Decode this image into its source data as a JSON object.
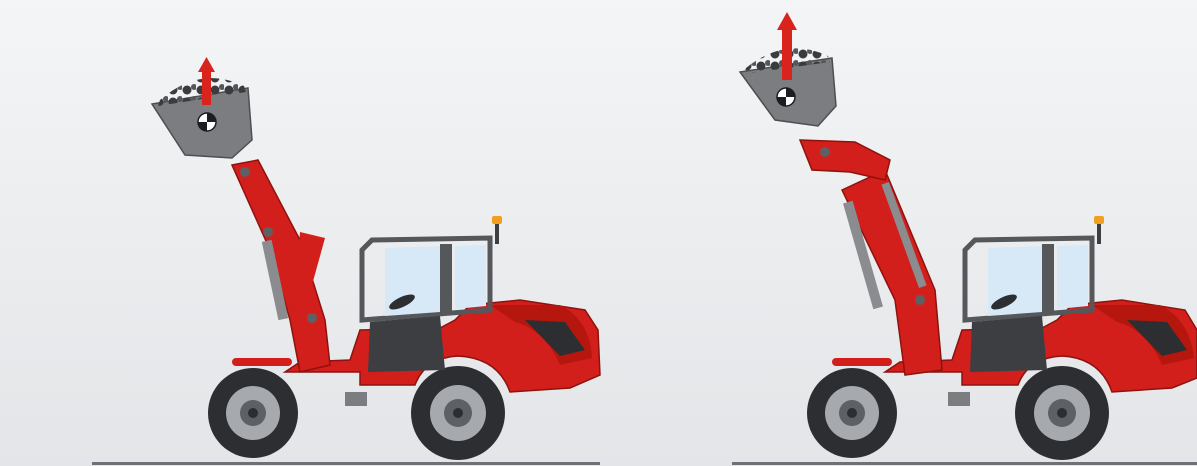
{
  "scene": {
    "description_colors": {
      "body_red": "#d21f1b",
      "body_red_dark": "#a8140f",
      "grey": "#7b7d80",
      "dark_grey": "#3c3e42",
      "window": "#d7e9f7",
      "beacon": "#f0a020",
      "arrow_red": "#d9241d",
      "ground": "#6d7075"
    },
    "loaders": [
      {
        "id": "standard-lift",
        "arrow": "lift-arrow"
      },
      {
        "id": "telescopic-lift",
        "arrow": "lift-arrow"
      }
    ]
  }
}
